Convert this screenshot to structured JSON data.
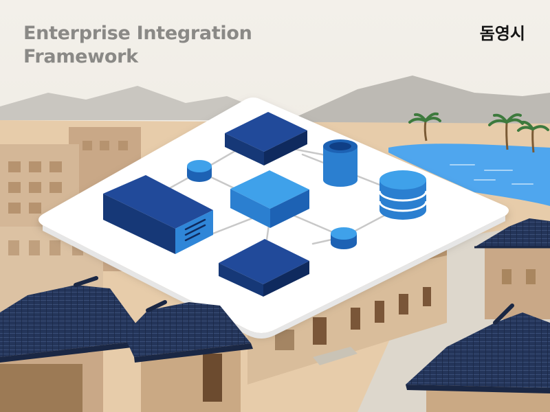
{
  "header": {
    "title_line1": "Enterprise Integration",
    "title_line2": "Framework",
    "brand": "돔영시"
  },
  "icons": {
    "platform": "integration-platform-icon",
    "database": "database-icon",
    "server": "server-icon",
    "node": "connector-node-icon"
  },
  "colors": {
    "navy": "#173a7f",
    "blue": "#2f86d8",
    "light_blue": "#3fa1ea",
    "roof": "#24355a",
    "sand": "#e7ccaa",
    "water": "#4fa6ee"
  }
}
